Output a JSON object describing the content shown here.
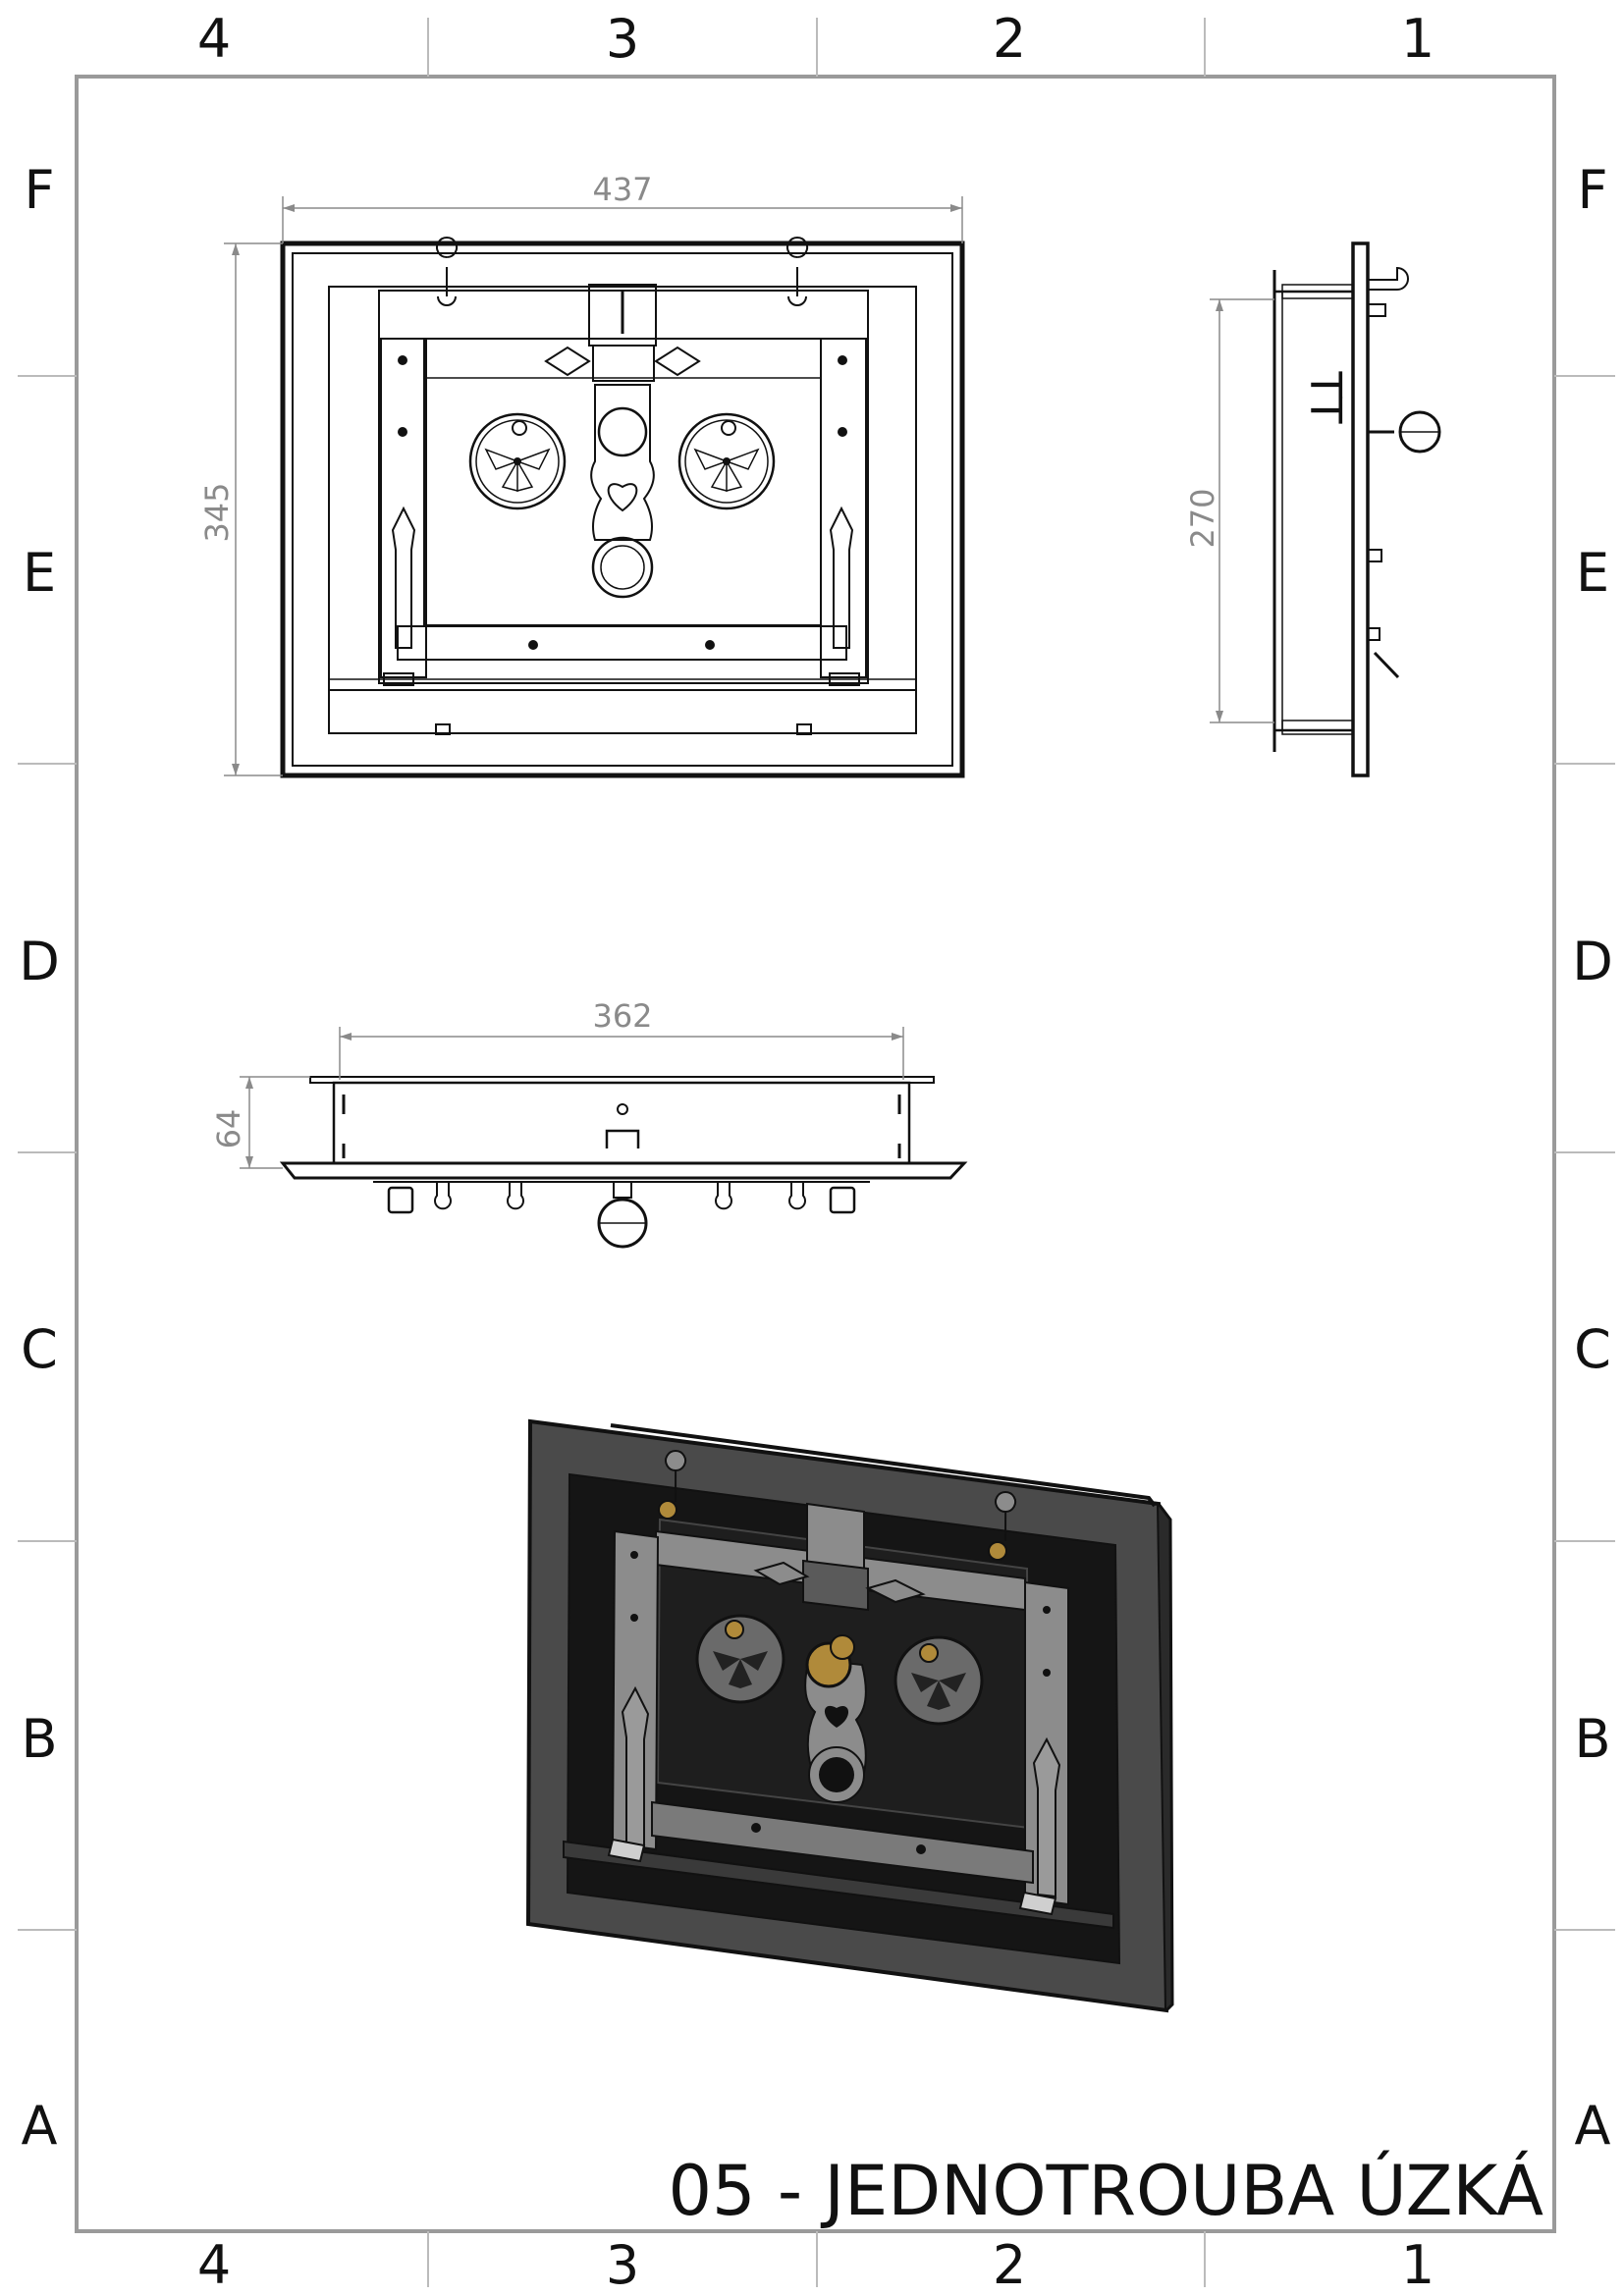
{
  "zone_columns": [
    "4",
    "3",
    "2",
    "1"
  ],
  "zone_rows": [
    "F",
    "E",
    "D",
    "C",
    "B",
    "A"
  ],
  "dimensions": {
    "front_width": "437",
    "front_height": "345",
    "side_height": "270",
    "top_width": "362",
    "top_depth": "64"
  },
  "side_marking": "TT",
  "title": "05 - JEDNOTROUBA ÚZKÁ",
  "colors": {
    "line": "#111111",
    "dimension": "#8a8a8a",
    "render_frame": "#4a4a4a",
    "render_dark": "#151515",
    "render_steel": "#8c8c8c",
    "brass": "#b08a3a"
  }
}
